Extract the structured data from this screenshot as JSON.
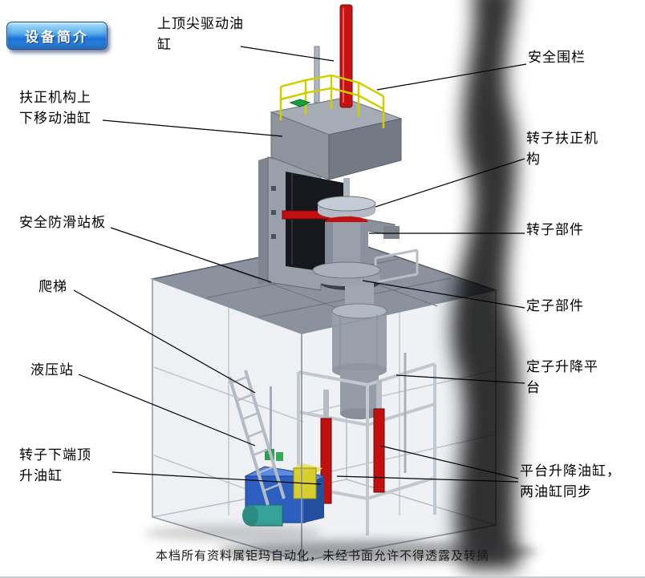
{
  "badge": {
    "label": "设备简介"
  },
  "labels": [
    {
      "id": "top-center-drive-cylinder",
      "text": "上顶尖驱动油\n缸"
    },
    {
      "id": "safety-fence",
      "text": "安全围栏"
    },
    {
      "id": "righting-mech-up-down-cylinder",
      "text": "扶正机构上\n下移动油缸"
    },
    {
      "id": "rotor-righting-mech",
      "text": "转子扶正机\n构"
    },
    {
      "id": "anti-slip-standing-board",
      "text": "安全防滑站板"
    },
    {
      "id": "rotor-part",
      "text": "转子部件"
    },
    {
      "id": "ladder",
      "text": "爬梯"
    },
    {
      "id": "stator-part",
      "text": "定子部件"
    },
    {
      "id": "hydraulic-station",
      "text": "液压站"
    },
    {
      "id": "stator-lift-platform",
      "text": "定子升降平\n台"
    },
    {
      "id": "rotor-bottom-jack-cylinder",
      "text": "转子下端顶\n升油缸"
    },
    {
      "id": "platform-lift-cylinders",
      "text": "平台升降油缸，\n两油缸同步"
    }
  ],
  "footer": {
    "text": "本档所有资料属钜玛自动化，未经书面允许不得透露及转摘"
  },
  "colors": {
    "badge_blue": "#2f8fe8",
    "cylinder_red": "#c01010",
    "railing_yellow": "#d0d000",
    "hydraulic_blue": "#2d5fc0",
    "metal_gray": "#99a0ab"
  }
}
